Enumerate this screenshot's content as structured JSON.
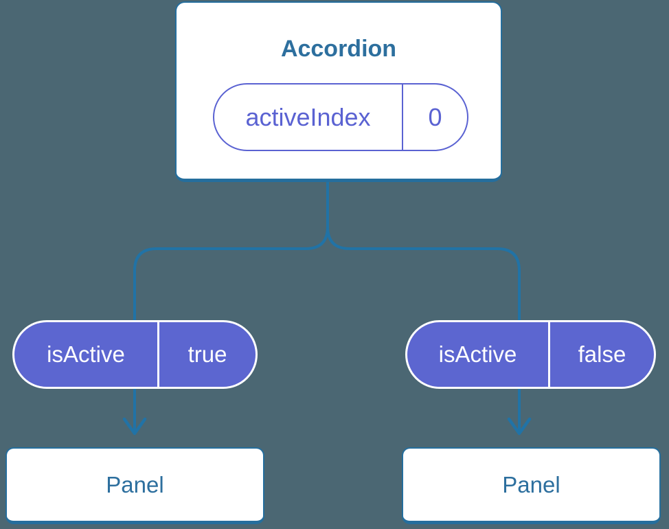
{
  "colors": {
    "background": "#4b6773",
    "connector": "#2173a6",
    "card_border": "#256e9d",
    "card_text": "#2d6f9e",
    "pill_fill": "#5c66d0",
    "pill_text": "#ffffff",
    "prop_outline": "#5a62d2",
    "card_bg": "#ffffff"
  },
  "diagram": {
    "type": "component-tree",
    "root": {
      "title": "Accordion",
      "state": {
        "name": "activeIndex",
        "value": "0"
      }
    },
    "children": [
      {
        "prop": {
          "name": "isActive",
          "value": "true"
        },
        "child": {
          "title": "Panel"
        }
      },
      {
        "prop": {
          "name": "isActive",
          "value": "false"
        },
        "child": {
          "title": "Panel"
        }
      }
    ]
  }
}
